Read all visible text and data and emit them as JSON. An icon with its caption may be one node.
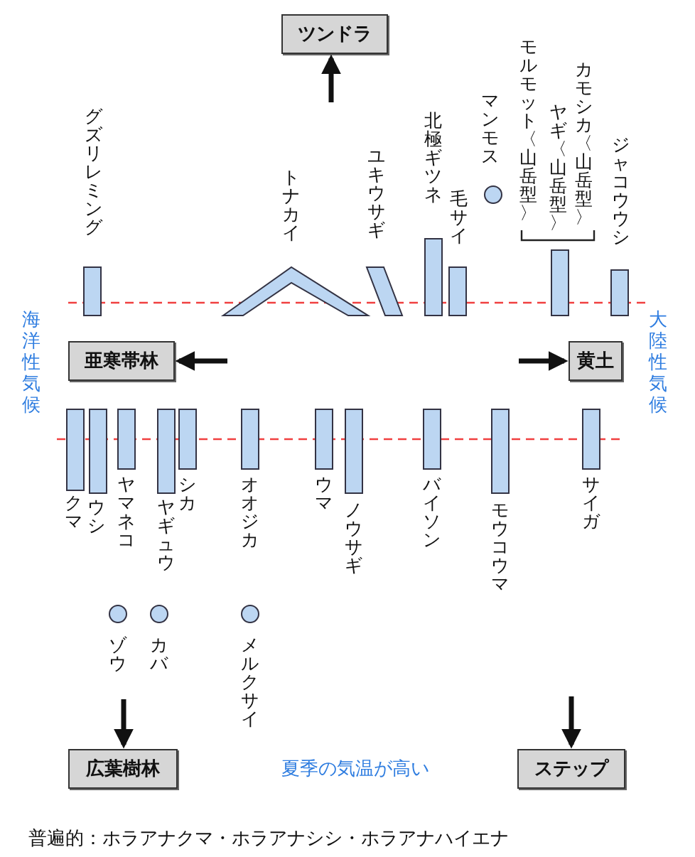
{
  "diagram": {
    "nodes": [
      {
        "text": [
          "ツンドラ"
        ]
      },
      {
        "text": [
          "グズリレミング"
        ]
      },
      {
        "text": [
          "トナカイ"
        ]
      },
      {
        "text": [
          "ユキウサギ"
        ]
      },
      {
        "text": [
          "北極ギツネ"
        ]
      },
      {
        "text": [
          "毛サイ"
        ]
      },
      {
        "text": [
          "マンモス"
        ]
      },
      {
        "text": [
          "モルモット〈山岳型〉",
          "ヤギ〈山岳型〉",
          "カモシカ〈山岳型〉"
        ]
      },
      {
        "text": [
          "ジャコウウシ"
        ]
      },
      {
        "text": [
          "亜寒帯林"
        ]
      },
      {
        "text": [
          "黄土"
        ]
      },
      {
        "text": [
          "クマ"
        ]
      },
      {
        "text": [
          "ウシ"
        ]
      },
      {
        "text": [
          "ヤマネコ"
        ]
      },
      {
        "text": [
          "ヤギュウ"
        ]
      },
      {
        "text": [
          "シカ"
        ]
      },
      {
        "text": [
          "オオジカ"
        ]
      },
      {
        "text": [
          "ウマ"
        ]
      },
      {
        "text": [
          "ノウサギ"
        ]
      },
      {
        "text": [
          "バイソン"
        ]
      },
      {
        "text": [
          "モウコウマ"
        ]
      },
      {
        "text": [
          "サイガ"
        ]
      },
      {
        "text": [
          "ゾウ"
        ]
      },
      {
        "text": [
          "カバ"
        ]
      },
      {
        "text": [
          "メルクサイ"
        ]
      },
      {
        "text": [
          "広葉樹林"
        ]
      },
      {
        "text": [
          "ステップ"
        ]
      }
    ],
    "edges": [
      {
        "from": null,
        "to": 0,
        "arrow": "to"
      },
      {
        "from": null,
        "to": 9,
        "arrow": "to"
      },
      {
        "from": null,
        "to": 10,
        "arrow": "to"
      },
      {
        "from": null,
        "to": 25,
        "arrow": "to"
      },
      {
        "from": null,
        "to": 26,
        "arrow": "to"
      }
    ],
    "labels": [
      "海洋性気候",
      "大陸性気候",
      "夏季の気温が高い",
      "普遍的：ホラアナクマ・ホラアナシシ・ホラアナハイエナ"
    ]
  }
}
